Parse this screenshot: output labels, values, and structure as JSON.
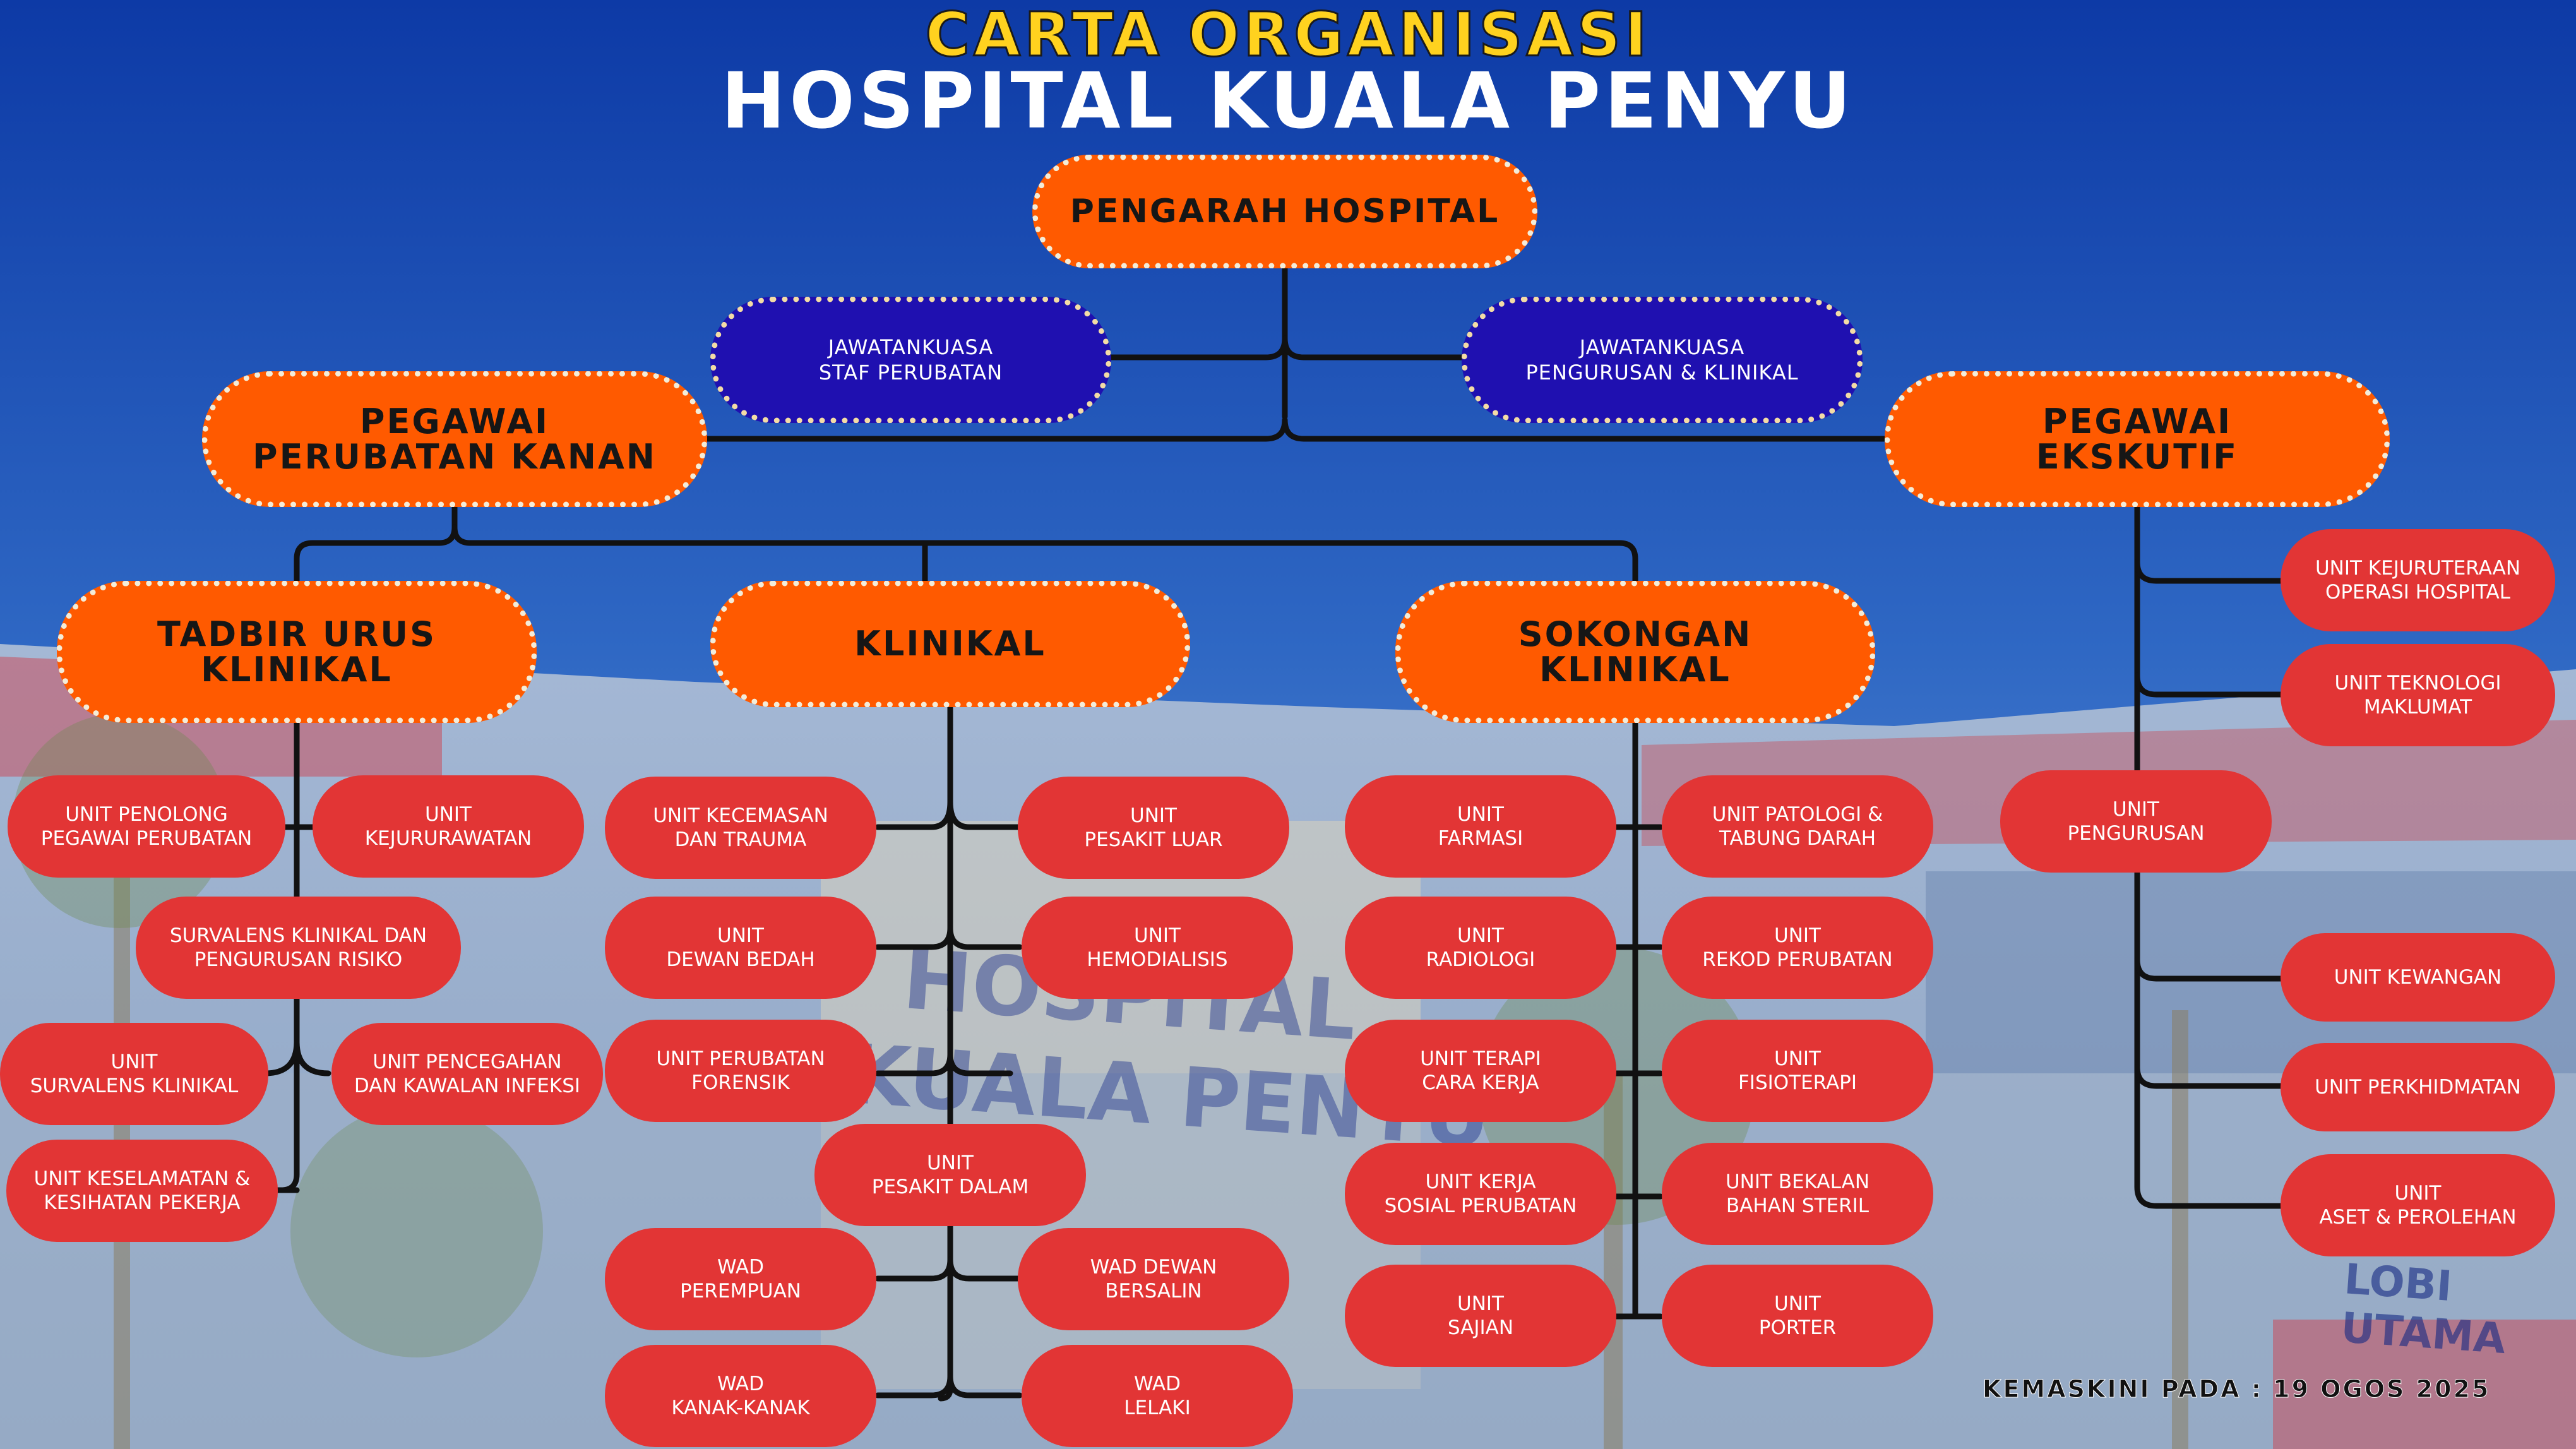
{
  "header": {
    "title_line1": "CARTA ORGANISASI",
    "title_line2": "HOSPITAL KUALA PENYU"
  },
  "footer": {
    "updated": "KEMASKINI PADA : 19 OGOS 2025"
  },
  "background_signage": {
    "building_name_1": "HOSPITAL",
    "building_name_2": "KUALA PENYU",
    "lobby": "LOBI UTAMA"
  },
  "colors": {
    "head_fill": "#ff5a00",
    "committee_fill": "#1f10b0",
    "unit_fill": "#e23535",
    "connector": "#111111",
    "title_yellow": "#ffd21f",
    "sky_blue": "#1e4fb0"
  },
  "nodes": {
    "pengarah": "PENGARAH HOSPITAL",
    "jk_staf": "JAWATANKUASA\nSTAF PERUBATAN",
    "jk_pengurusan": "JAWATANKUASA\nPENGURUSAN & KLINIKAL",
    "ppk": "PEGAWAI\nPERUBATAN KANAN",
    "eksekutif": "PEGAWAI\nEKSKUTIF",
    "tadbir": "TADBIR URUS\nKLINIKAL",
    "klinikal": "KLINIKAL",
    "sokongan": "SOKONGAN\nKLINIKAL"
  },
  "units": {
    "tadbir": [
      "UNIT PENOLONG\nPEGAWAI PERUBATAN",
      "UNIT\nKEJURURAWATAN",
      "SURVALENS KLINIKAL DAN\nPENGURUSAN RISIKO",
      "UNIT\nSURVALENS KLINIKAL",
      "UNIT PENCEGAHAN\nDAN KAWALAN INFEKSI",
      "UNIT KESELAMATAN &\nKESIHATAN PEKERJA"
    ],
    "klinikal": [
      "UNIT KECEMASAN\nDAN TRAUMA",
      "UNIT\nPESAKIT LUAR",
      "UNIT\nDEWAN BEDAH",
      "UNIT\nHEMODIALISIS",
      "UNIT PERUBATAN\nFORENSIK",
      "UNIT\nPESAKIT DALAM",
      "WAD\nPEREMPUAN",
      "WAD DEWAN\nBERSALIN",
      "WAD\nKANAK-KANAK",
      "WAD\nLELAKI"
    ],
    "sokongan": [
      "UNIT\nFARMASI",
      "UNIT PATOLOGI &\nTABUNG DARAH",
      "UNIT\nRADIOLOGI",
      "UNIT\nREKOD PERUBATAN",
      "UNIT TERAPI\nCARA KERJA",
      "UNIT\nFISIOTERAPI",
      "UNIT KERJA\nSOSIAL PERUBATAN",
      "UNIT BEKALAN\nBAHAN STERIL",
      "UNIT\nSAJIAN",
      "UNIT\nPORTER"
    ],
    "eksekutif": [
      "UNIT KEJURUTERAAN\nOPERASI HOSPITAL",
      "UNIT TEKNOLOGI\nMAKLUMAT",
      "UNIT\nPENGURUSAN",
      "UNIT KEWANGAN",
      "UNIT PERKHIDMATAN",
      "UNIT\nASET & PEROLEHAN"
    ]
  }
}
